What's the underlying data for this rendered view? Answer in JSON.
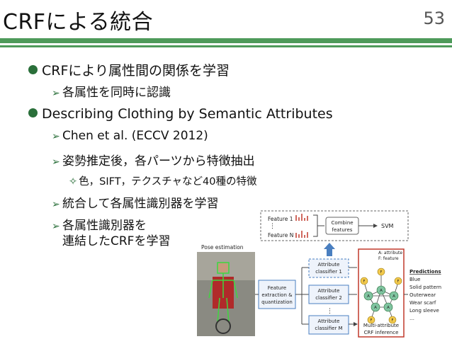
{
  "slide": {
    "title": "CRFによる統合",
    "page_number": "53",
    "accent_color": "#4e9a5a"
  },
  "bullets": [
    {
      "level": 1,
      "text": "CRFにより属性間の関係を学習"
    },
    {
      "level": 2,
      "text": "各属性を同時に認識"
    },
    {
      "level": 1,
      "text": "Describing Clothing by Semantic Attributes"
    },
    {
      "level": 2,
      "text": "Chen et al. (ECCV 2012)"
    },
    {
      "level": 2,
      "text": "姿勢推定後，各パーツから特徴抽出"
    },
    {
      "level": 3,
      "text": "色，SIFT，テクスチャなど40種の特徴"
    },
    {
      "level": 2,
      "text": "統合して各属性識別器を学習"
    },
    {
      "level": 2,
      "text": "各属性識別器を"
    },
    {
      "level": 2,
      "text": "連結したCRFを学習"
    }
  ],
  "figure": {
    "pose_label": "Pose estimation",
    "feature_box": [
      "Feature",
      "extraction &",
      "quantization"
    ],
    "classifier_1": [
      "Attribute",
      "classifier 1"
    ],
    "classifier_2": [
      "Attribute",
      "classifier 2"
    ],
    "classifier_m": [
      "Attribute",
      "classifier M"
    ],
    "top_feature_1": "Feature 1",
    "top_feature_n": "Feature N",
    "combine": [
      "Combine",
      "features"
    ],
    "svm": "SVM",
    "crf_legend_a": "A: attribute",
    "crf_legend_f": "F: feature",
    "crf_caption": [
      "Multi-attribute",
      "CRF inference"
    ],
    "node_f": "F",
    "node_a": "A",
    "predictions_title": "Predictions",
    "predictions": [
      "Blue",
      "Solid pattern",
      "Outerwear",
      "Wear scarf",
      "Long sleeve",
      "…"
    ]
  }
}
